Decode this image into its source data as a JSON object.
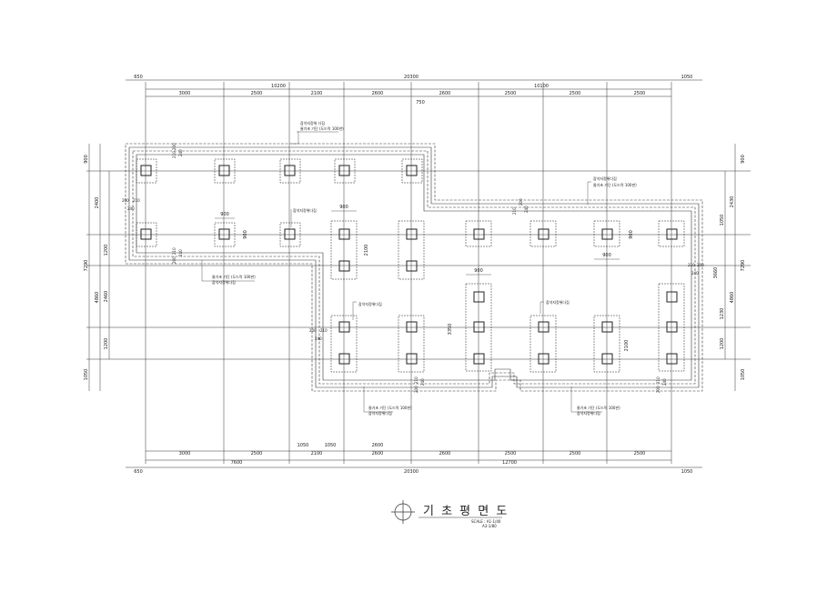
{
  "drawing": {
    "title": "기 초 평 면 도",
    "scale_line1": "SCALE : A1-1/40",
    "scale_line2": "A3-1/80"
  },
  "dims_top": {
    "overall": [
      "650",
      "20300",
      "1050"
    ],
    "halves": [
      "10200",
      "10100"
    ],
    "bays": [
      "3000",
      "2500",
      "2100",
      "2600",
      "2600",
      "2500",
      "2500",
      "2500"
    ],
    "step": "750"
  },
  "dims_bottom": {
    "sub": [
      "1050",
      "1050",
      "2600"
    ],
    "bays": [
      "3000",
      "2500",
      "2100",
      "2600",
      "2600",
      "2500",
      "2500",
      "2500"
    ],
    "halves": [
      "7600",
      "12700"
    ],
    "overall": [
      "650",
      "20300",
      "1050"
    ]
  },
  "dims_left": {
    "outer": [
      "900",
      "7290",
      "1050"
    ],
    "inner": [
      "2400",
      "4860"
    ],
    "rows": [
      "1200",
      "2460",
      "1200"
    ]
  },
  "dims_right": {
    "outer": [
      "900",
      "7290",
      "1050"
    ],
    "inner": [
      "2430",
      "4860"
    ],
    "rows": [
      "1050",
      "1230",
      "1200"
    ],
    "extra": "3660"
  },
  "callouts": {
    "col_size": "900",
    "col_size_v": "900",
    "d2100": "2100",
    "d3350": "3350",
    "wall": [
      "200",
      "210",
      "240"
    ],
    "wall_r": [
      "210",
      "200",
      "240"
    ]
  },
  "notes": {
    "n1a": "잡석지정위 다짐",
    "n1b": "줄기초 기단 (도드락 100판)",
    "n2": "잡석지정위다짐",
    "n3a": "줄기초 기단 (도드락 100판)",
    "n3b": "잡석지정위다짐",
    "n4": "잡석지정위다짐",
    "n5": "잡석지정위다짐",
    "n6a": "잡석지정위다짐",
    "n6b": "줄기초 기단 (도드락 100판)",
    "n7a": "줄기초 기단 (도드락 100판)",
    "n7b": "잡석지정위다짐",
    "n8a": "줄기초 기단 (도드락 100판)",
    "n8b": "잡석지정위다짐"
  }
}
